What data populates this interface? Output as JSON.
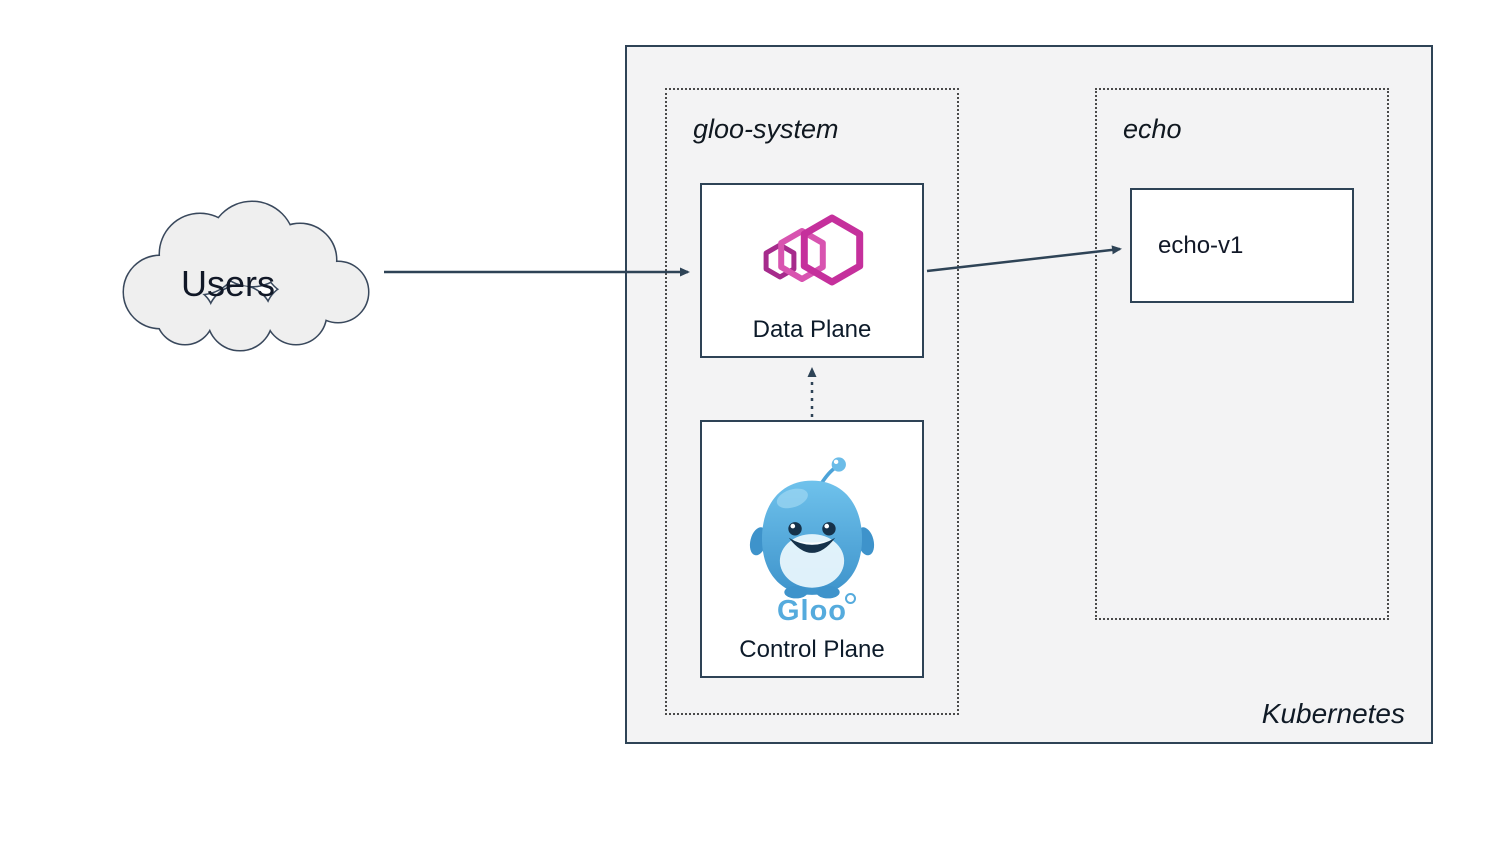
{
  "users": {
    "label": "Users"
  },
  "kubernetes": {
    "label": "Kubernetes"
  },
  "namespaces": [
    {
      "label": "gloo-system"
    },
    {
      "label": "echo"
    }
  ],
  "nodes": {
    "data_plane": {
      "label": "Data Plane",
      "icon": "gloo-gateway-hexagons-icon"
    },
    "control_plane": {
      "label": "Control Plane",
      "wordmark": "Gloo",
      "icon": "gloo-mascot-icon"
    },
    "echo_v1": {
      "label": "echo-v1"
    }
  },
  "edges": [
    {
      "from": "Users",
      "to": "Data Plane",
      "style": "solid"
    },
    {
      "from": "Data Plane",
      "to": "echo-v1",
      "style": "solid"
    },
    {
      "from": "Control Plane",
      "to": "Data Plane",
      "style": "dotted"
    }
  ],
  "colors": {
    "border": "#2e4356",
    "kubernetes_bg": "#f3f3f4",
    "arrow": "#2e4356",
    "gateway_magenta": "#c5309c",
    "gateway_magenta_light": "#d854b0",
    "gateway_magenta_dark": "#a62b8c",
    "gloo_blue": "#4da3d8",
    "gloo_blue_light": "#6fc2ec",
    "gloo_blue_dark": "#3e93cb",
    "cloud_fill": "#efefef"
  }
}
